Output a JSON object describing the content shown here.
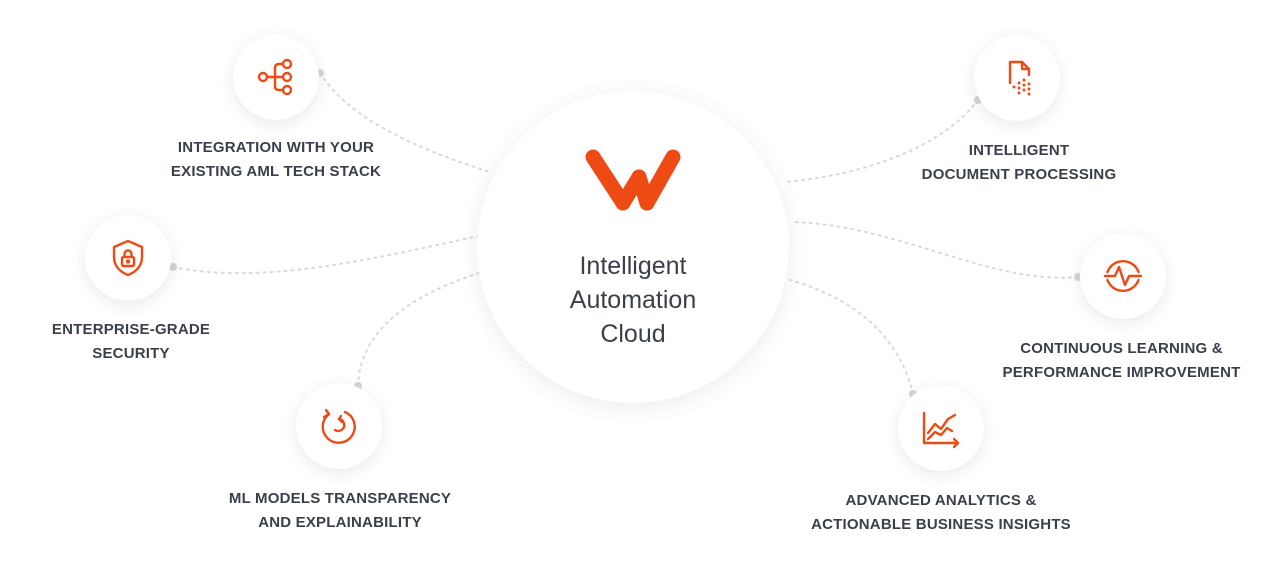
{
  "hub": {
    "logo_icon": "brand-logo-icon",
    "title_lines": [
      "Intelligent",
      "Automation",
      "Cloud"
    ]
  },
  "accent_color": "#ee4b14",
  "text_color": "#3a3f49",
  "features": [
    {
      "icon": "integration-tree-icon",
      "lines": [
        "INTEGRATION WITH YOUR",
        "EXISTING AML TECH STACK"
      ]
    },
    {
      "icon": "shield-lock-icon",
      "lines": [
        "ENTERPRISE-GRADE",
        "SECURITY"
      ]
    },
    {
      "icon": "refresh-cycle-icon",
      "lines": [
        "ML MODELS TRANSPARENCY",
        "AND EXPLAINABILITY"
      ]
    },
    {
      "icon": "document-scan-icon",
      "lines": [
        "INTELLIGENT",
        "DOCUMENT PROCESSING"
      ]
    },
    {
      "icon": "pulse-monitor-icon",
      "lines": [
        "CONTINUOUS LEARNING &",
        "PERFORMANCE IMPROVEMENT"
      ]
    },
    {
      "icon": "line-chart-icon",
      "lines": [
        "ADVANCED ANALYTICS &",
        "ACTIONABLE BUSINESS INSIGHTS"
      ]
    }
  ]
}
